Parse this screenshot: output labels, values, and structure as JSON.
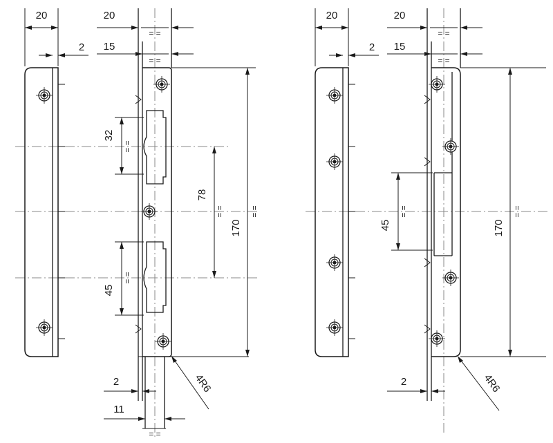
{
  "colors": {
    "line": "#1a1a1a",
    "centerline": "#888888",
    "background": "#ffffff"
  },
  "left_assembly": {
    "plate_width": "20",
    "plate_thickness": "2",
    "strike_width": "20",
    "strike_offset": "15",
    "upper_opening": "32",
    "lower_opening": "45",
    "hole_spacing": "78",
    "overall_length": "170",
    "bottom_thickness": "2",
    "bottom_width": "11",
    "corner_radius": "4R6",
    "equal_mark": "= ="
  },
  "right_assembly": {
    "plate_width": "20",
    "plate_thickness": "2",
    "strike_width": "20",
    "strike_offset": "15",
    "opening": "45",
    "overall_length": "170",
    "bottom_thickness": "2",
    "corner_radius": "4R6",
    "equal_mark": "= ="
  }
}
